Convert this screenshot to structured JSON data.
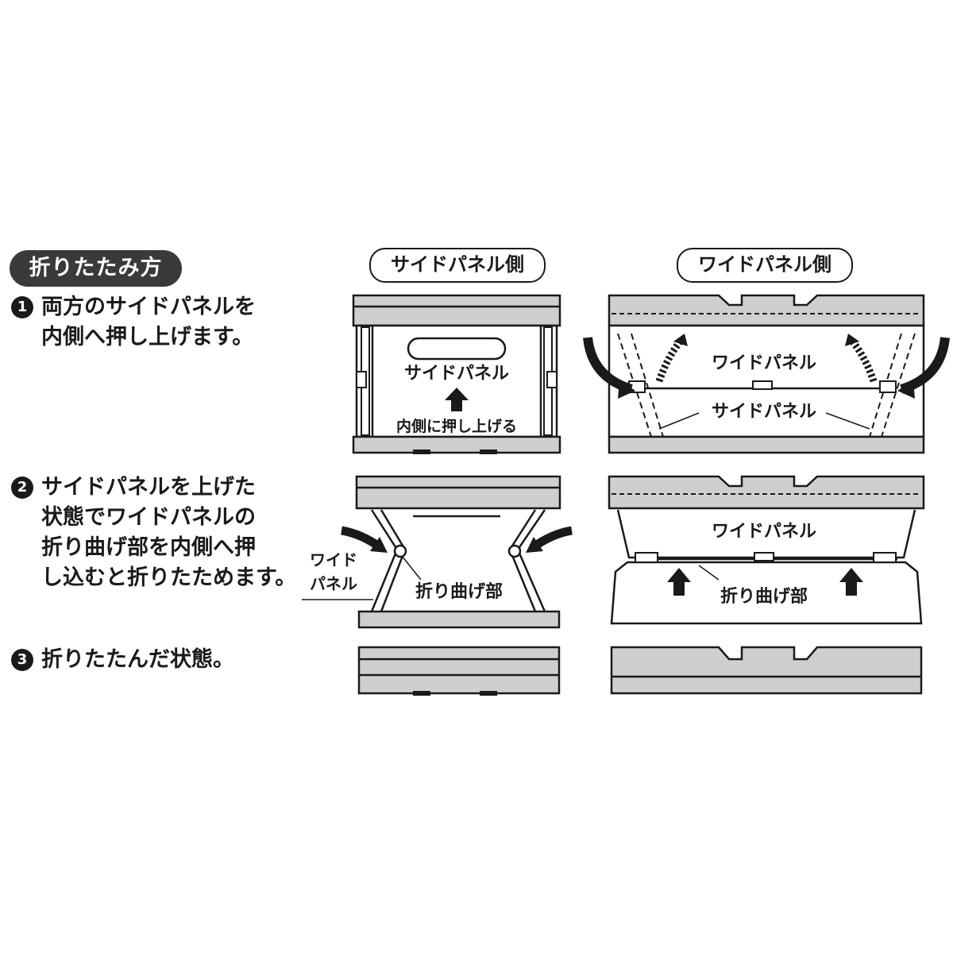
{
  "section_title": "折りたたみ方",
  "steps": [
    {
      "number": "1",
      "lines": [
        "両方のサイドパネルを",
        "内側へ押し上げます。"
      ]
    },
    {
      "number": "2",
      "lines": [
        "サイドパネルを上げた",
        "状態でワイドパネルの",
        "折り曲げ部を内側へ押",
        "し込むと折りたためます。"
      ]
    },
    {
      "number": "3",
      "lines": [
        "折りたたんだ状態。"
      ]
    }
  ],
  "columns": {
    "side": "サイドパネル側",
    "wide": "ワイドパネル側"
  },
  "labels": {
    "side_panel": "サイドパネル",
    "push_up_inward": "内側に押し上げる",
    "wide_panel": "ワイドパネル",
    "wide_panel_line1": "ワイド",
    "wide_panel_line2": "パネル",
    "fold_part": "折り曲げ部"
  },
  "colors": {
    "panel_gray": "#cfcfcf",
    "line": "#1a1a1a",
    "pill_bg": "#3a3a3a"
  }
}
